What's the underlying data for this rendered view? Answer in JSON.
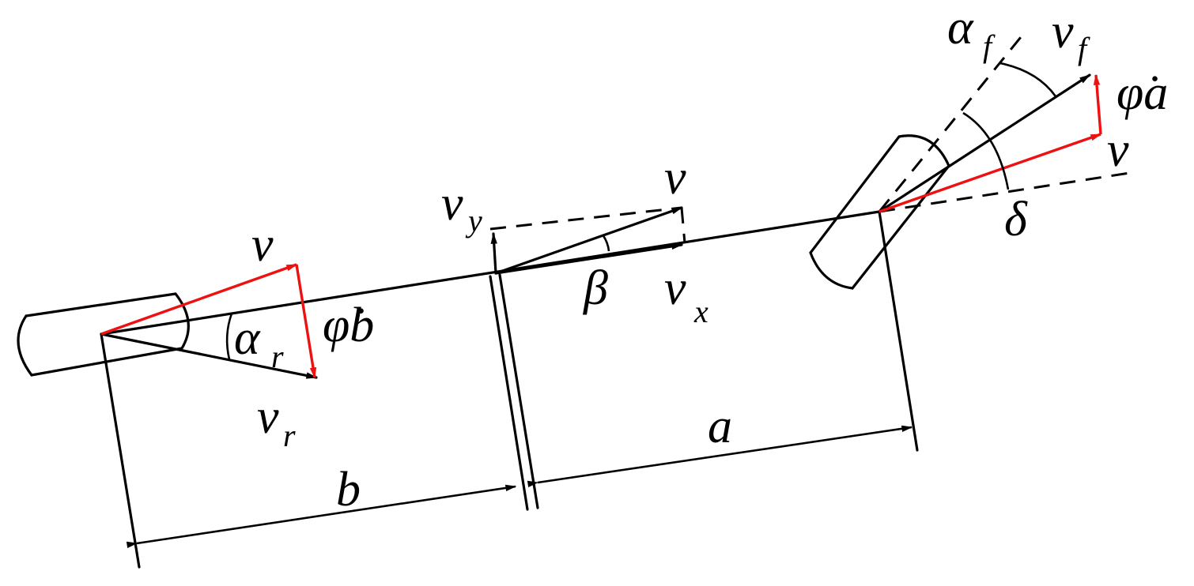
{
  "labels": {
    "rear": {
      "v": "v",
      "vr_main": "v",
      "vr_sub": "r",
      "alpha_main": "α",
      "alpha_sub": "r",
      "phib": "φ̇b"
    },
    "center": {
      "v": "v",
      "vy_main": "v",
      "vy_sub": "y",
      "vx_main": "v",
      "vx_sub": "x",
      "beta": "β"
    },
    "front": {
      "alpha_main": "α",
      "alpha_sub": "f",
      "vf_main": "v",
      "vf_sub": "f",
      "phia": "φ̇a",
      "v": "v",
      "delta": "δ"
    },
    "dims": {
      "a": "a",
      "b": "b"
    }
  },
  "colors": {
    "line": "#000000",
    "velocity_red": "#ee1111",
    "background": "#ffffff"
  }
}
